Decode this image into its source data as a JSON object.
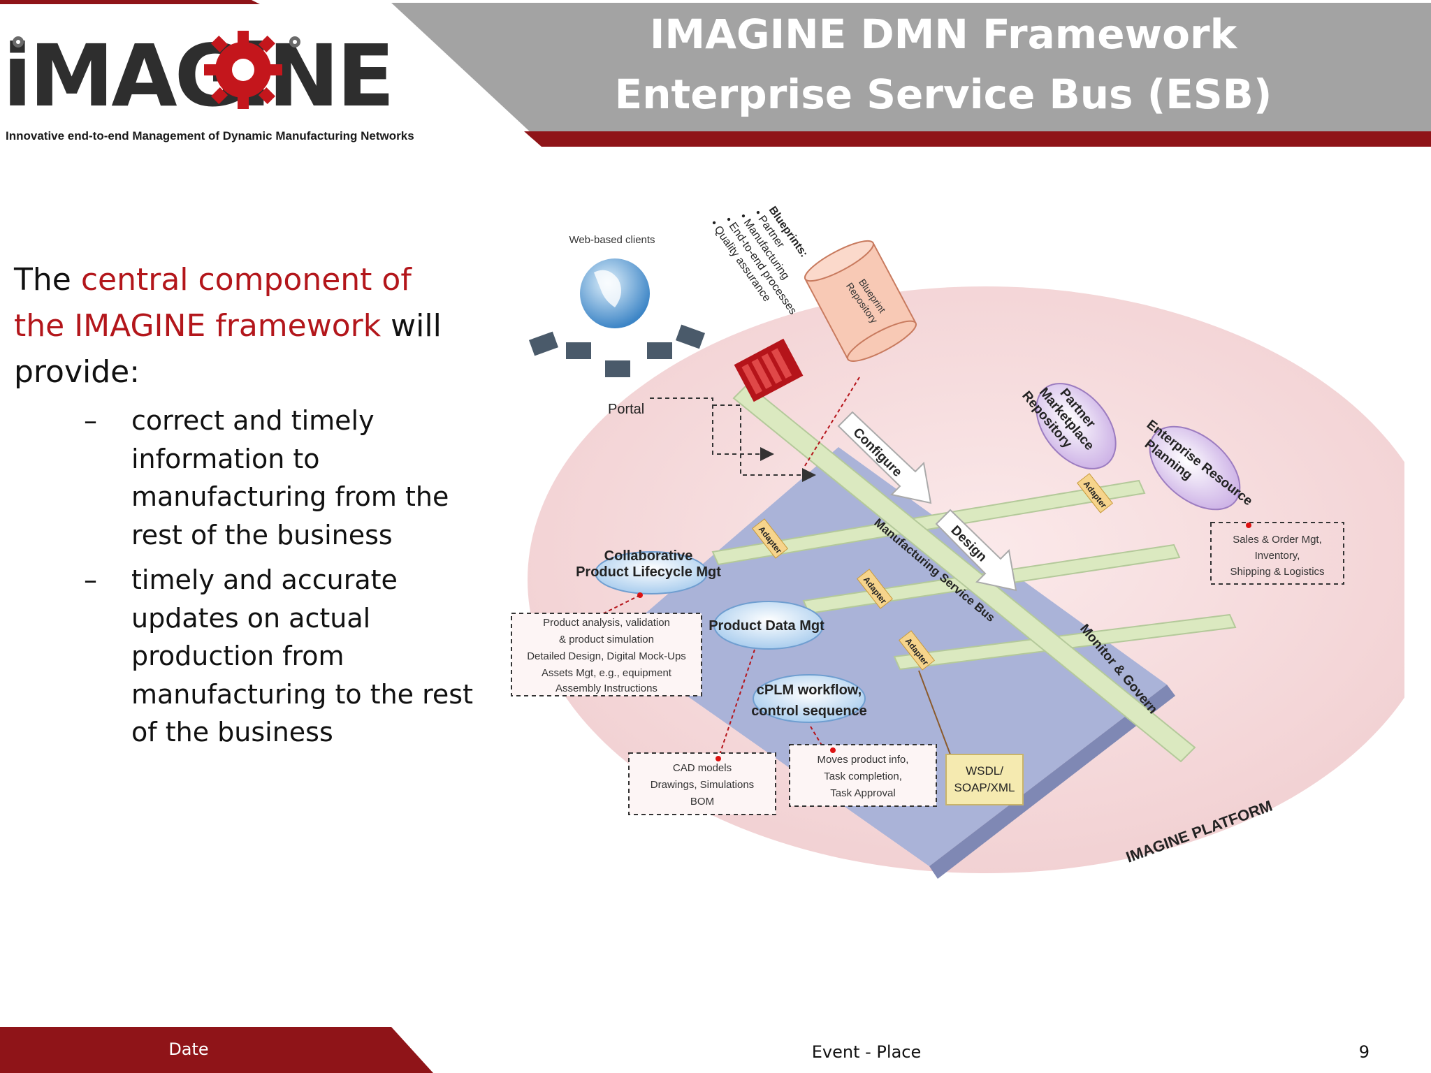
{
  "header": {
    "title_line_1": "IMAGINE DMN Framework",
    "title_line_2": "Enterprise Service Bus (ESB)",
    "colors": {
      "band": "#a3a3a3",
      "accent": "#8f1418"
    }
  },
  "logo": {
    "wordmark": "iMAGiNE",
    "tagline": "Innovative end-to-end Management of Dynamic Manufacturing Networks"
  },
  "intro": {
    "prefix": "The ",
    "highlight": "central component of the IMAGINE framework",
    "suffix": " will provide:",
    "highlight_color": "#b3161b"
  },
  "bullets": [
    {
      "dash": "–",
      "text": "correct and timely information to manufacturing from the rest of the business"
    },
    {
      "dash": "–",
      "text": "timely and accurate updates on actual production from manufacturing to the rest of the business"
    }
  ],
  "diagram": {
    "clients_label": "Web-based clients",
    "portal_label": "Portal",
    "blueprints": {
      "title": "Blueprints:",
      "items": [
        "• Partner",
        "• Manufacturing",
        "• End-to-end processes",
        "• Quality assurance"
      ]
    },
    "repository_label": [
      "Blueprint",
      "Repository"
    ],
    "arrows": {
      "configure": "Configure",
      "design": "Design",
      "monitor": "Monitor & Govern"
    },
    "bus_label": "Manufacturing Service Bus",
    "adapter_label": "Adapter",
    "partner_marketplace": [
      "Partner",
      "Marketplace",
      "Repository"
    ],
    "erp": [
      "Enterprise Resource",
      "Planning"
    ],
    "erp_note": [
      "Sales & Order Mgt,",
      "Inventory,",
      "Shipping & Logistics"
    ],
    "collab_plm": [
      "Collaborative",
      "Product Lifecycle Mgt"
    ],
    "collab_note": [
      "Product analysis, validation",
      "& product simulation",
      "Detailed Design, Digital Mock-Ups",
      "Assets Mgt, e.g., equipment",
      "Assembly Instructions"
    ],
    "pdm": "Product Data Mgt",
    "cplm": [
      "cPLM workflow,",
      "control sequence"
    ],
    "cad_note": [
      "CAD models",
      "Drawings, Simulations",
      "BOM"
    ],
    "moves_note": [
      "Moves product info,",
      "Task completion,",
      "Task Approval"
    ],
    "wsdl": [
      "WSDL/",
      "SOAP/XML"
    ],
    "platform_label": "IMAGINE PLATFORM"
  },
  "footer": {
    "date": "Date",
    "event": "Event - Place",
    "page": "9"
  }
}
